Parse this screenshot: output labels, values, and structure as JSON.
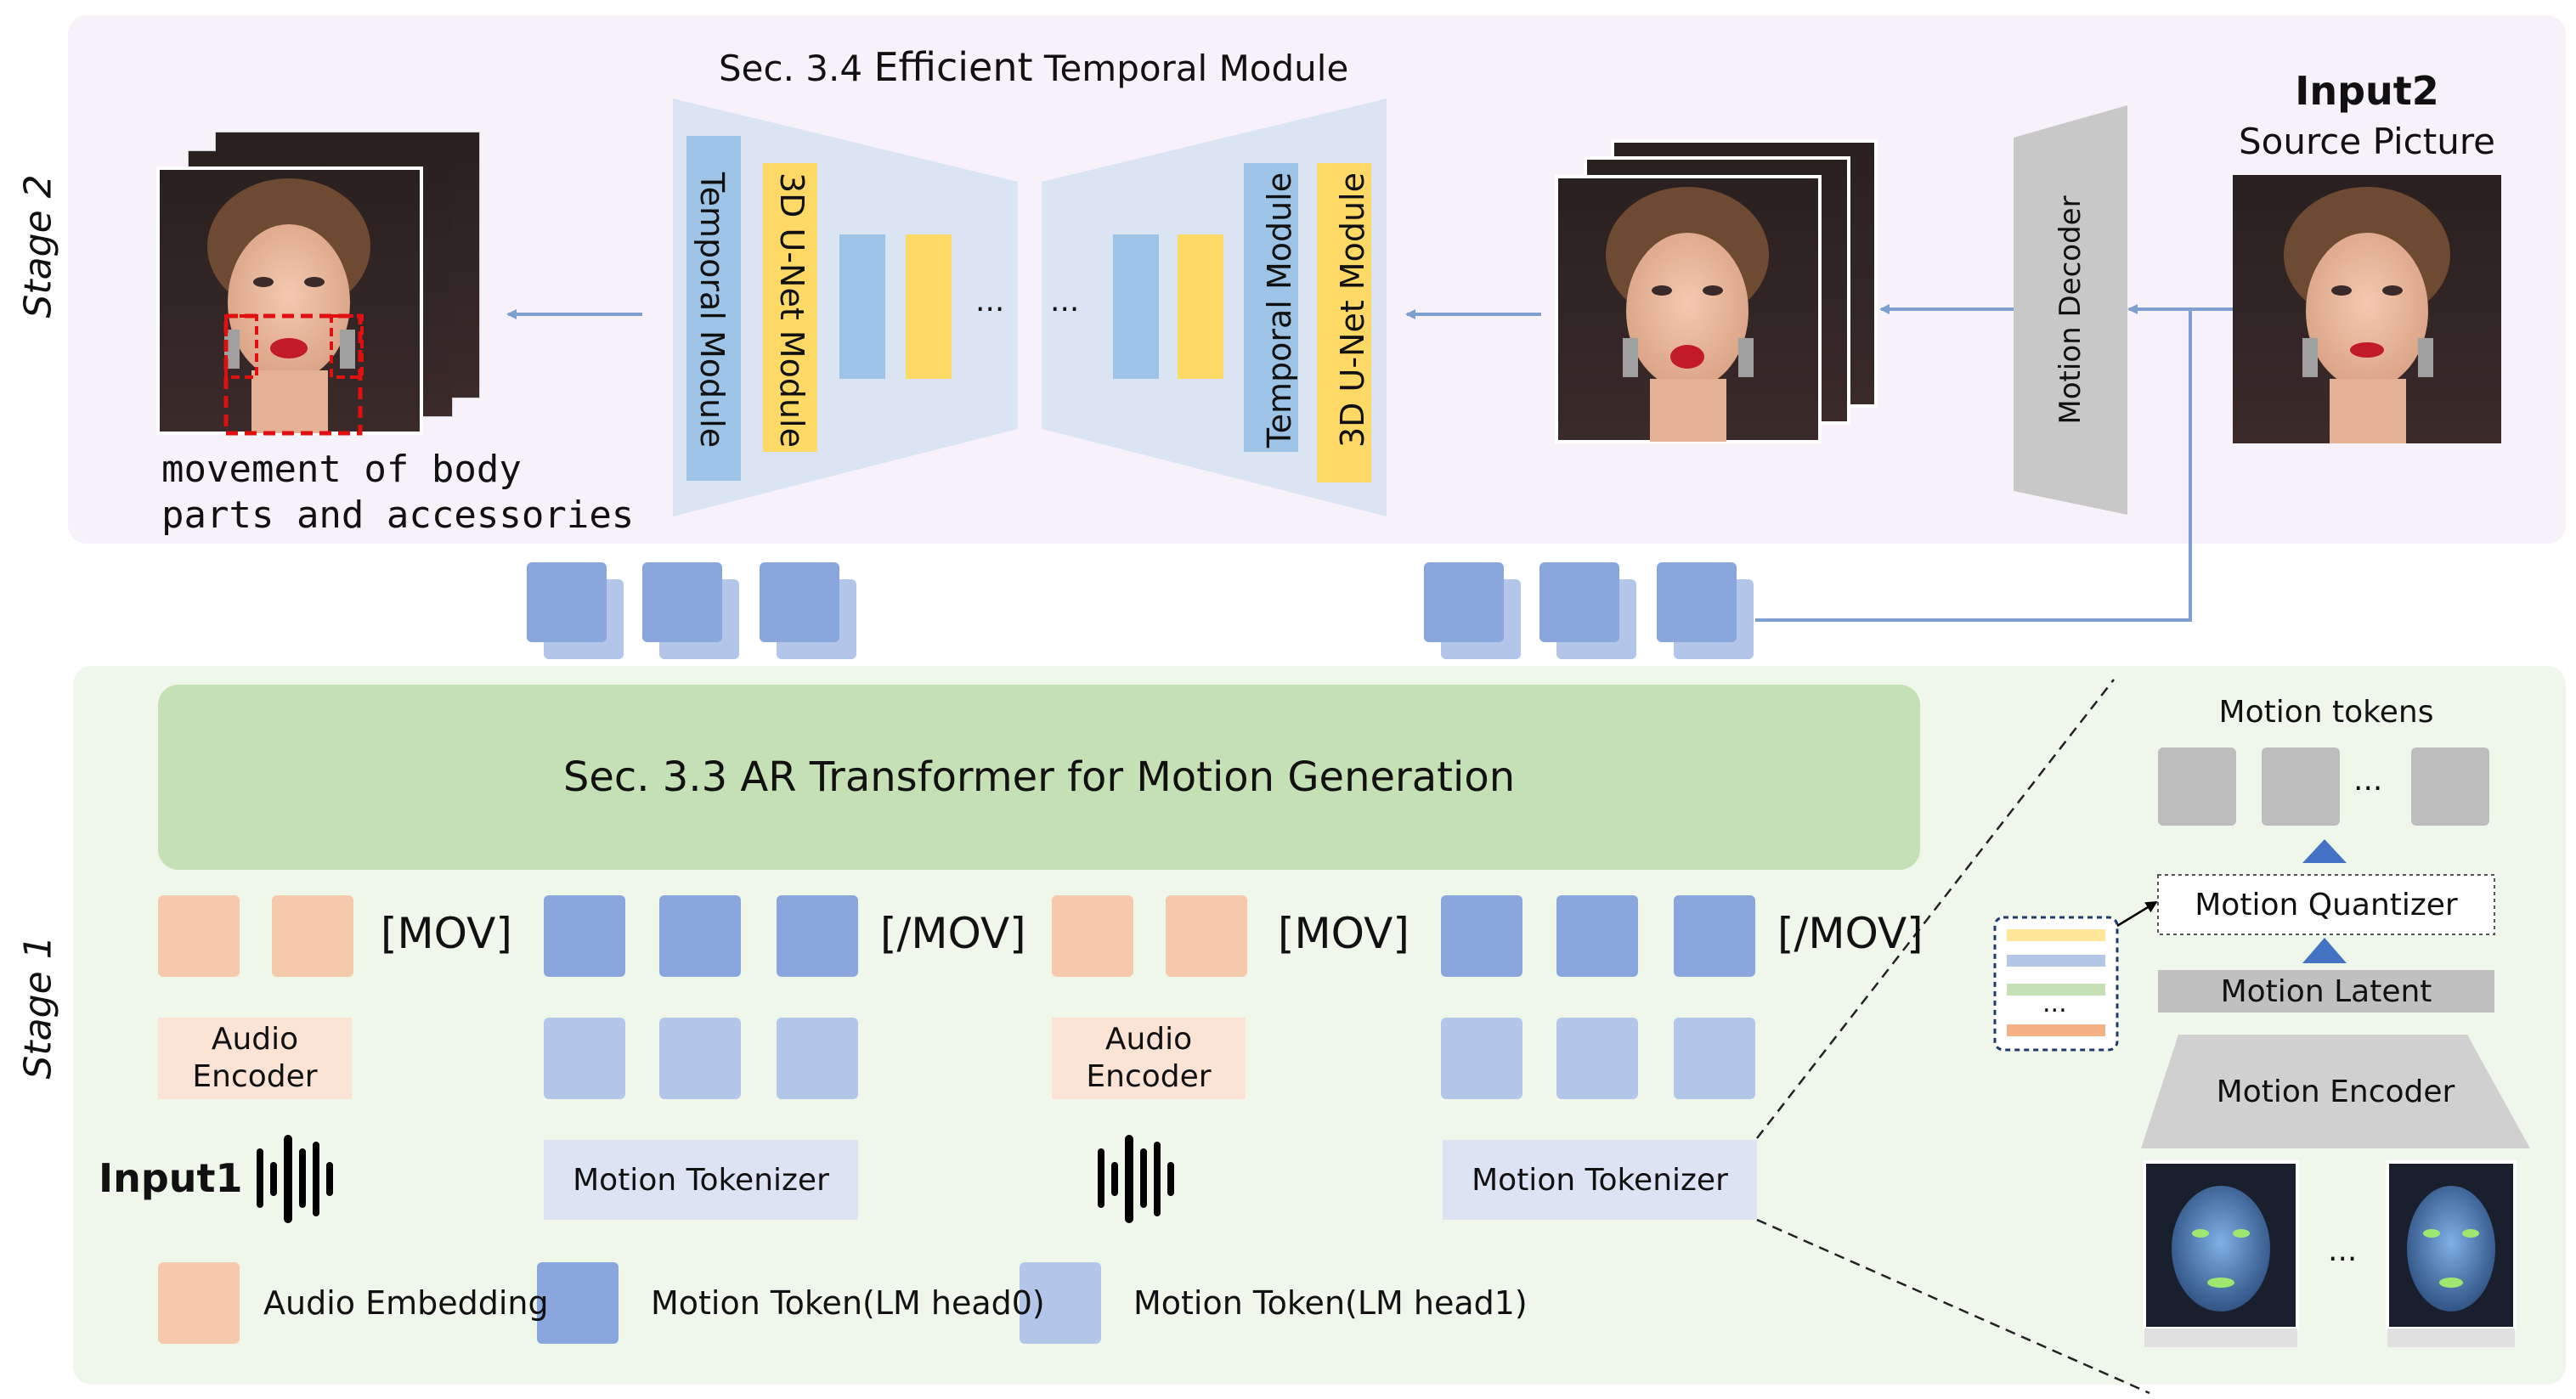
{
  "stage2": {
    "label": "Stage 2",
    "title_prefix": "Sec. 3.4",
    "title_bold": "Efficient",
    "title_rest": "Temporal Module",
    "unet_left": {
      "temporal": "Temporal Module",
      "unet": "3D U-Net Module",
      "ellipsis": "..."
    },
    "unet_right": {
      "temporal": "Temporal Module",
      "unet": "3D U-Net Module",
      "ellipsis": "..."
    },
    "caption_line1": "movement of body",
    "caption_line2": "parts and accessories",
    "motion_decoder": "Motion Decoder",
    "input2_title": "Input2",
    "input2_sub": "Source Picture"
  },
  "stage1": {
    "label": "Stage 1",
    "transformer_title": "Sec. 3.3 AR Transformer for Motion Generation",
    "mov_open": "[MOV]",
    "mov_close": "[/MOV]",
    "audio_encoder_line1": "Audio",
    "audio_encoder_line2": "Encoder",
    "motion_tokenizer": "Motion Tokenizer",
    "input1": "Input1",
    "legend": {
      "audio": "Audio Embedding",
      "head0": "Motion Token(LM head0)",
      "head1": "Motion Token(LM head1)"
    },
    "detail": {
      "motion_tokens": "Motion tokens",
      "ellipsis": "...",
      "motion_quantizer": "Motion Quantizer",
      "motion_latent": "Motion Latent",
      "motion_encoder": "Motion Encoder",
      "codebook_ellipsis": "...",
      "landmark_ellipsis": "..."
    }
  },
  "colors": {
    "stage2_bg": "#f7f2fa",
    "stage1_bg": "#eff7eb",
    "transformer_bg": "#c5e0b4",
    "audio_embedding": "#f6c8ac",
    "motion_token_head0": "#8aa7dd",
    "motion_token_head1": "#b3c6ea",
    "temporal_module": "#9dc3e6",
    "unet_module": "#ffd966",
    "arrow": "#7f9fd0",
    "red_box": "#e01010"
  }
}
